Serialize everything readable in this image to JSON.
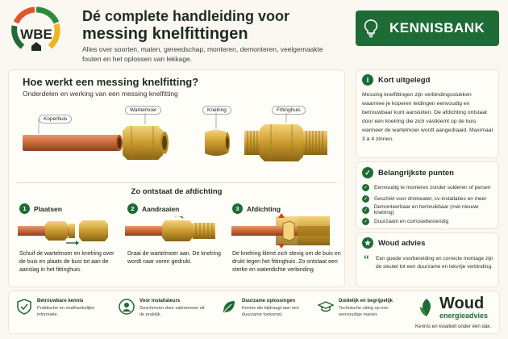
{
  "header": {
    "logo_text": "WBE",
    "title_line1": "Dé complete handleiding voor",
    "title_line2": "messing knelfittingen",
    "subtitle": "Alles over soorten, maten, gereedschap, monteren, demonteren, veelgemaakte fouten en het oplossen van lekkage.",
    "badge_label": "KENNISBANK"
  },
  "main": {
    "title": "Hoe werkt een messing knelfitting?",
    "subtitle": "Onderdelen en werking van een messing knelfitting",
    "parts": [
      "Koperbuis",
      "Wartelmoer",
      "Knelring",
      "Fittinghuis"
    ],
    "seal_title": "Zo ontstaat de afdichting",
    "steps": [
      {
        "num": "1",
        "title": "Plaatsen",
        "desc": "Schuif de wartelmoer en knelring over de buis en plaats de buis tot aan de aanslag in het fittinghuis."
      },
      {
        "num": "2",
        "title": "Aandraaien",
        "desc": "Draai de wartelmoer aan. De knelring wordt naar voren gedrukt."
      },
      {
        "num": "3",
        "title": "Afdichting",
        "desc": "De knelring klemt zich stevig om de buis en drukt tegen het fittinghuis. Zo ontstaat een sterke en waterdichte verbinding."
      }
    ]
  },
  "sidebar": {
    "summary_title": "Kort uitgelegd",
    "summary_text": "Messing knelfittingen zijn verbindingsstukken waarmee je koperen leidingen eenvoudig en betrouwbaar kunt aansluiten. De afdichting ontstaat door een knelring die zich vastklemt op de buis wanneer de wartelmoer wordt aangedraaid. Maximaal 3 à 4 zinnen.",
    "points_title": "Belangrijkste punten",
    "points": [
      "Eenvoudig te monteren zonder solderen of persen",
      "Geschikt voor drinkwater, cv-installaties en meer",
      "Demonteerbaar en herbruikbaar (met nieuwe knelring)",
      "Duurzaam en corrosiebestendig"
    ],
    "advice_title": "Woud advies",
    "advice_text": "Een goede voorbereiding en correcte montage zijn de sleutel tot een duurzame en lekvrije verbinding."
  },
  "footer": {
    "items": [
      {
        "title": "Betrouwbare kennis",
        "desc": "Praktische en onafhankelijke informatie.",
        "icon": "shield-check-icon"
      },
      {
        "title": "Voor installateurs",
        "desc": "Geschreven door vakmensen uit de praktijk.",
        "icon": "person-icon"
      },
      {
        "title": "Duurzame oplossingen",
        "desc": "Kennis die bijdraagt aan een duurzame toekomst.",
        "icon": "leaf-icon"
      },
      {
        "title": "Duidelijk en begrijpelijk",
        "desc": "Technische uitleg op een eenvoudige manier.",
        "icon": "graduation-cap-icon"
      }
    ],
    "brand_name": "Woud",
    "brand_sub": "energieadvies",
    "brand_tagline": "Kennis en kwaliteit onder één dak."
  },
  "colors": {
    "accent": "#1e6b35",
    "copper": "#c8683a",
    "brass": "#c99a2e",
    "background": "#fbf8f1"
  }
}
